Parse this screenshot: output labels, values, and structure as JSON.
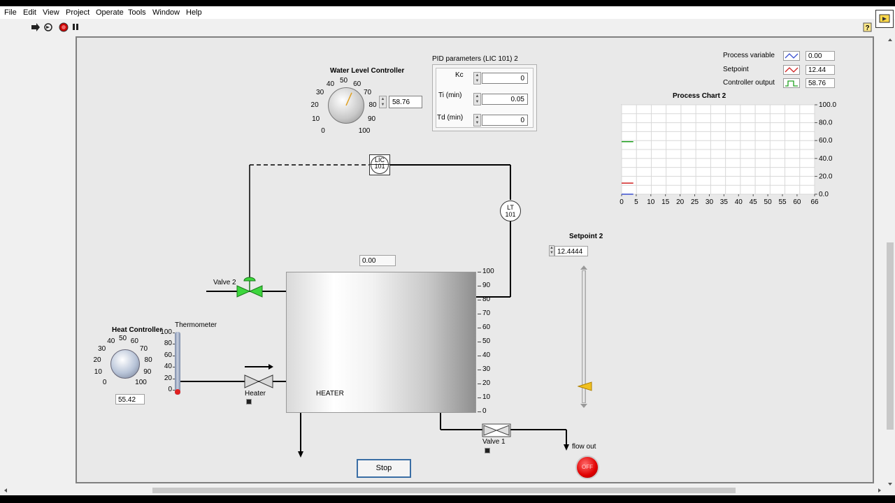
{
  "menu": [
    "File",
    "Edit",
    "View",
    "Project",
    "Operate",
    "Tools",
    "Window",
    "Help"
  ],
  "controller": {
    "title": "Water Level Controller",
    "value": "58.76",
    "scale": [
      "0",
      "10",
      "20",
      "30",
      "40",
      "50",
      "60",
      "70",
      "80",
      "90",
      "100"
    ],
    "needle_fraction": 0.5876
  },
  "pid": {
    "title": "PID parameters (LIC 101) 2",
    "kc_label": "Kc",
    "kc": "0",
    "ti_label": "Ti (min)",
    "ti": "0.05",
    "td_label": "Td (min)",
    "td": "0"
  },
  "legend": [
    {
      "label": "Process variable",
      "value": "0.00",
      "color": "#3a4fd0"
    },
    {
      "label": "Setpoint",
      "value": "12.44",
      "color": "#d02020"
    },
    {
      "label": "Controller output",
      "value": "58.76",
      "color": "#20a020"
    }
  ],
  "chart_data": {
    "type": "line",
    "title": "Process Chart 2",
    "x_ticks": [
      "0",
      "5",
      "10",
      "15",
      "20",
      "25",
      "30",
      "35",
      "40",
      "45",
      "50",
      "55",
      "60",
      "66"
    ],
    "y_ticks": [
      "0.0",
      "20.0",
      "40.0",
      "60.0",
      "80.0",
      "100.0"
    ],
    "xlim": [
      0,
      66
    ],
    "ylim": [
      0,
      100
    ],
    "grid": true,
    "series": [
      {
        "name": "Process variable",
        "color": "#3a4fd0",
        "x": [
          0,
          4
        ],
        "y": [
          0,
          0
        ]
      },
      {
        "name": "Setpoint",
        "color": "#d02020",
        "x": [
          0,
          4
        ],
        "y": [
          12.44,
          12.44
        ]
      },
      {
        "name": "Controller output",
        "color": "#20a020",
        "x": [
          0,
          4
        ],
        "y": [
          58.76,
          58.76
        ]
      }
    ]
  },
  "process": {
    "lic_label": "LIC\n101",
    "lt_label": "LT\n101",
    "valve2_label": "Valve 2",
    "tank_indicator": "0.00",
    "tank_scale": [
      "100",
      "90",
      "80",
      "70",
      "60",
      "50",
      "40",
      "30",
      "20",
      "10",
      "0"
    ],
    "heater_label": "Heater",
    "heater2_label": "HEATER",
    "valve1_label": "Valve 1",
    "flow_out_label": "flow out",
    "off_label": "OFF",
    "stop_label": "Stop"
  },
  "heat": {
    "title": "Heat Controller",
    "value": "55.42",
    "scale": [
      "0",
      "10",
      "20",
      "30",
      "40",
      "50",
      "60",
      "70",
      "80",
      "90",
      "100"
    ]
  },
  "thermometer": {
    "title": "Thermometer",
    "scale": [
      "100",
      "80",
      "60",
      "40",
      "20",
      "0"
    ],
    "level_fraction": 0.0
  },
  "setpoint": {
    "title": "Setpoint 2",
    "value": "12.4444",
    "fraction": 0.124444
  }
}
